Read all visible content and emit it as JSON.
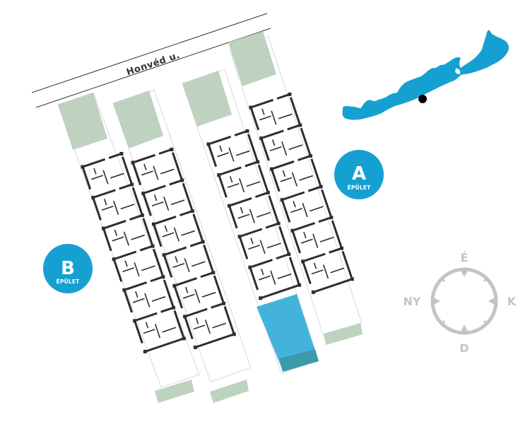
{
  "map": {
    "street_name": "Honvéd u.",
    "colors": {
      "garden": "#bed2c0",
      "accent": "#16a0d2",
      "highlight_unit": "#44b3dc",
      "highlight_terrace": "#3d9aa8",
      "walls": "#2e2e2e",
      "compass": "#c4c4c4"
    }
  },
  "buildings": [
    {
      "id": "A",
      "letter": "A",
      "sublabel": "ÉPÜLET"
    },
    {
      "id": "B",
      "letter": "B",
      "sublabel": "ÉPÜLET"
    }
  ],
  "highlighted_unit": {
    "building": "A",
    "state": "selected"
  },
  "locator": {
    "name": "lake-balaton-locator",
    "pin": "location-pin"
  },
  "compass": {
    "north": "É",
    "east": "K",
    "south": "D",
    "west": "NY"
  }
}
